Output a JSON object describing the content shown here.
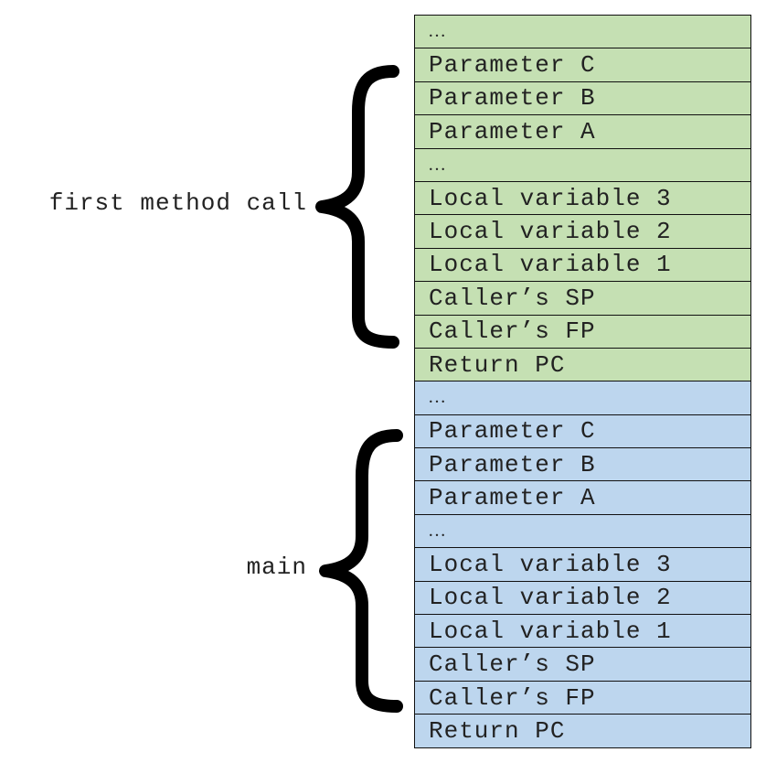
{
  "colors": {
    "upper_frame": "#c5e0b3",
    "lower_frame": "#bdd6ee",
    "border": "#111111",
    "brace": "#000000"
  },
  "frames": [
    {
      "label": "first method call",
      "color": "#c5e0b3",
      "rows": [
        "…",
        "Parameter C",
        "Parameter B",
        "Parameter A",
        "…",
        "Local variable 3",
        "Local variable 2",
        "Local variable 1",
        "Caller’s SP",
        "Caller’s FP",
        "Return PC"
      ]
    },
    {
      "label": "main",
      "color": "#bdd6ee",
      "rows": [
        "…",
        "Parameter C",
        "Parameter B",
        "Parameter A",
        "…",
        "Local variable 3",
        "Local variable 2",
        "Local variable 1",
        "Caller’s SP",
        "Caller’s FP",
        "Return PC"
      ]
    }
  ]
}
